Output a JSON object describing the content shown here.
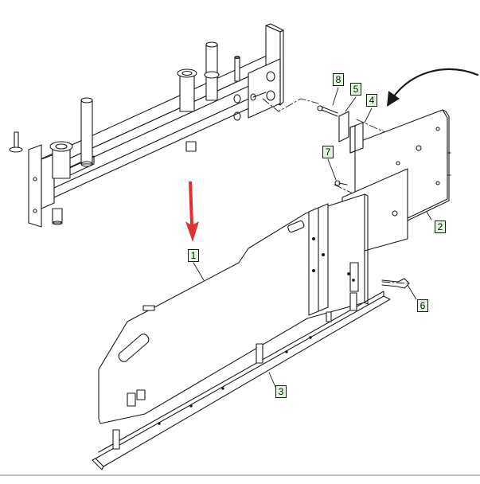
{
  "diagram": {
    "callouts": [
      {
        "id": "1",
        "label": "1"
      },
      {
        "id": "2",
        "label": "2"
      },
      {
        "id": "3",
        "label": "3"
      },
      {
        "id": "4",
        "label": "4"
      },
      {
        "id": "5",
        "label": "5"
      },
      {
        "id": "6",
        "label": "6"
      },
      {
        "id": "7",
        "label": "7"
      },
      {
        "id": "8",
        "label": "8"
      }
    ],
    "colors": {
      "line": "#1a1a1a",
      "callout_fill": "#dff5dc",
      "arrow_red": "#e03030",
      "background": "#ffffff"
    }
  }
}
